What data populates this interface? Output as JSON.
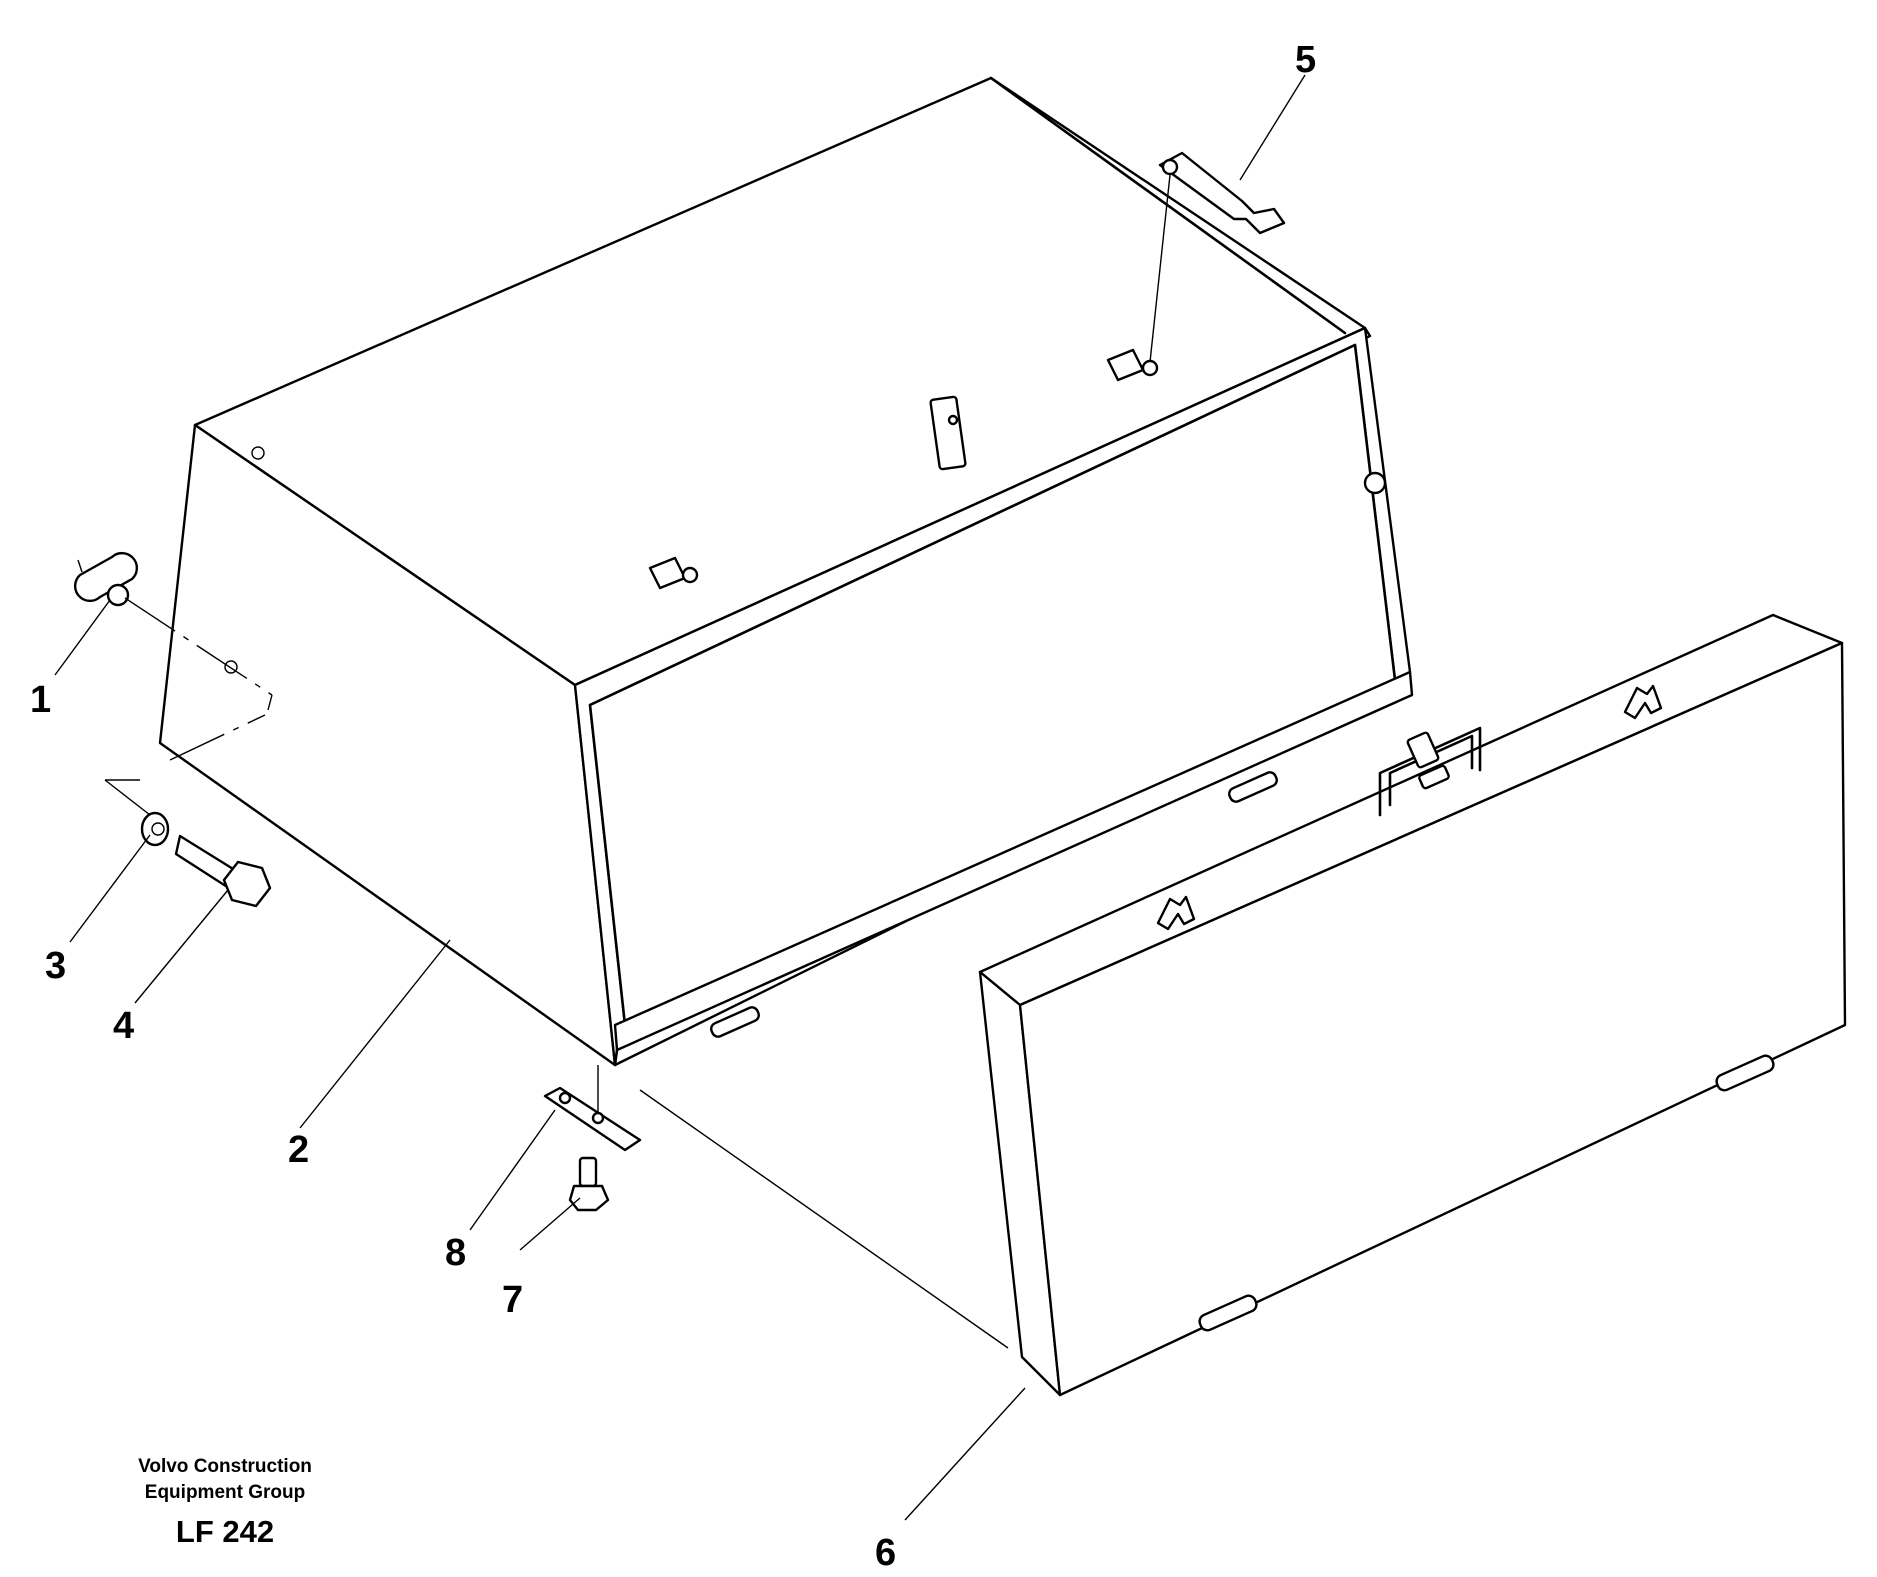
{
  "callouts": [
    "1",
    "2",
    "3",
    "4",
    "5",
    "6",
    "7",
    "8"
  ],
  "footer": {
    "company_line1": "Volvo Construction",
    "company_line2": "Equipment Group",
    "code": "LF 242"
  }
}
